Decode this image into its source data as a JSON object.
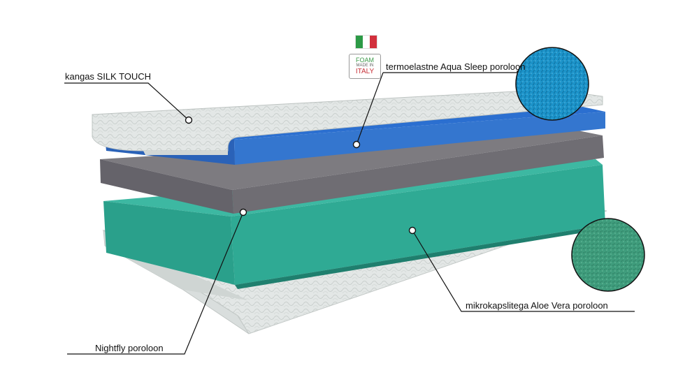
{
  "labels": {
    "cover": "kangas SILK TOUCH",
    "top_foam": "termoelastne Aqua Sleep poroloon",
    "middle_foam": "Nightfly poroloon",
    "base_foam": "mikrokapslitega Aloe Vera poroloon"
  },
  "badge": {
    "line1": "FOAM",
    "line2": "MADE IN",
    "line3": "ITALY"
  },
  "colors": {
    "cover": "#e6e9e8",
    "aqua_layer": "#2f6fc8",
    "grey_layer": "#6f6d73",
    "green_layer": "#2fa894",
    "green_badge": "#3c9a4a",
    "red_badge": "#c8323a",
    "flag_green": "#2c9a46",
    "flag_white": "#ffffff",
    "flag_red": "#d2303c"
  }
}
